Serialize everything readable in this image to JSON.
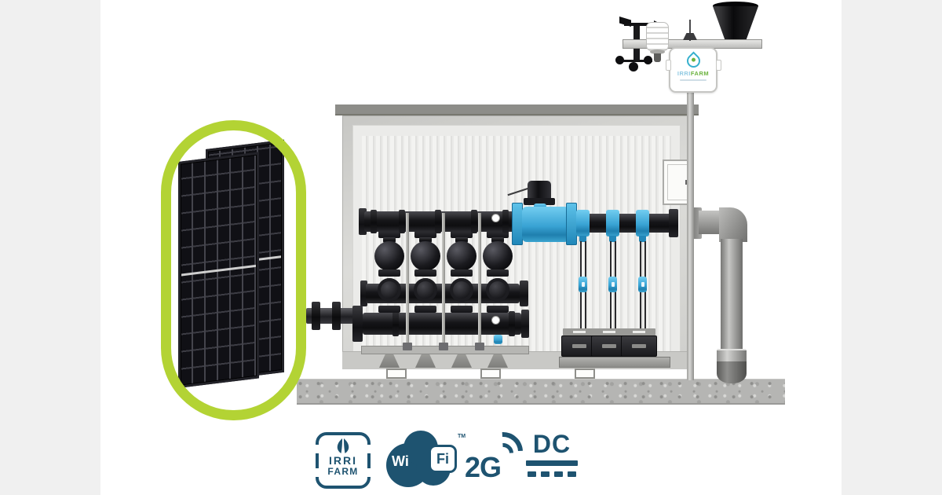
{
  "canvas": {
    "background": "#ffffff",
    "side_panel_color": "#f0f0f0"
  },
  "illustration": {
    "highlight_ring_color": "#b3d334",
    "accent_blue": "#39a3d4",
    "weather_station_box": {
      "brand_part1": "IRRI",
      "brand_part2": "FARM"
    }
  },
  "badges": {
    "color": "#1e5370",
    "controller": {
      "line1": "IRRI",
      "line2": "FARM"
    },
    "wifi": {
      "wi": "Wi",
      "fi": "Fi",
      "tm": "TM"
    },
    "cellular_label": "2G",
    "dc_label": "DC"
  }
}
